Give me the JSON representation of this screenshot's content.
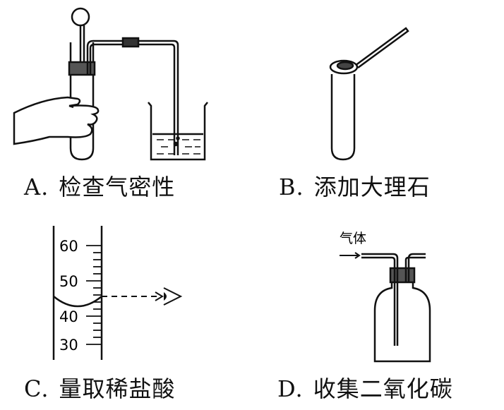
{
  "panels": {
    "a": {
      "letter": "A.",
      "caption": "检查气密性"
    },
    "b": {
      "letter": "B.",
      "caption": "添加大理石"
    },
    "c": {
      "letter": "C.",
      "caption": "量取稀盐酸",
      "ticks": [
        "60",
        "50",
        "40",
        "30"
      ]
    },
    "d": {
      "letter": "D.",
      "caption": "收集二氧化碳",
      "gas_label": "气体"
    }
  }
}
